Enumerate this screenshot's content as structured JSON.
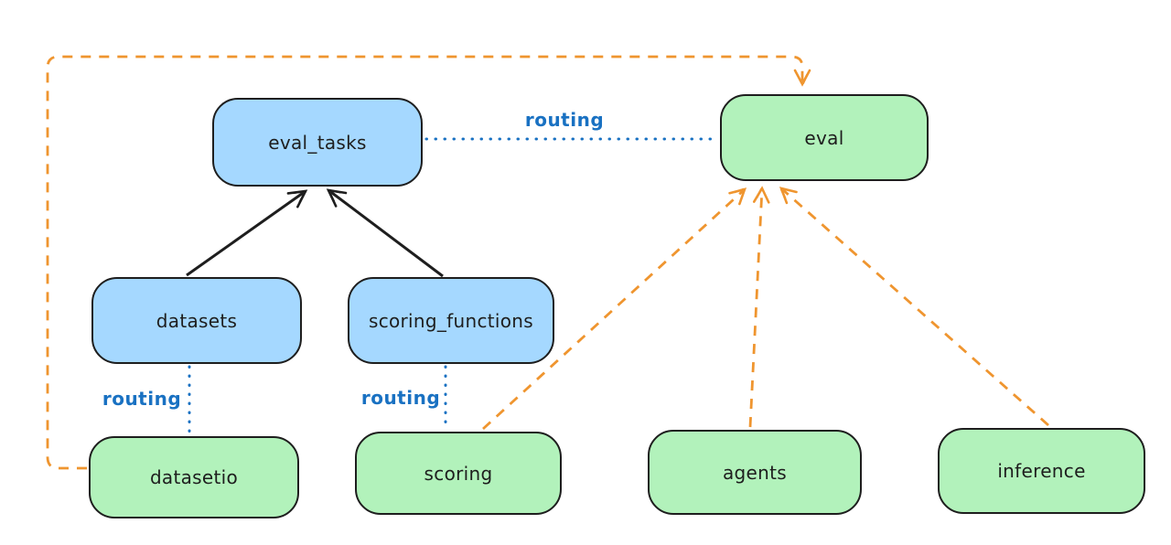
{
  "nodes": {
    "eval_tasks": {
      "label": "eval_tasks",
      "fill": "#a5d8ff"
    },
    "eval": {
      "label": "eval",
      "fill": "#b2f2bb"
    },
    "datasets": {
      "label": "datasets",
      "fill": "#a5d8ff"
    },
    "scoring_functions": {
      "label": "scoring_functions",
      "fill": "#a5d8ff"
    },
    "datasetio": {
      "label": "datasetio",
      "fill": "#b2f2bb"
    },
    "scoring": {
      "label": "scoring",
      "fill": "#b2f2bb"
    },
    "agents": {
      "label": "agents",
      "fill": "#b2f2bb"
    },
    "inference": {
      "label": "inference",
      "fill": "#b2f2bb"
    }
  },
  "labels": {
    "routing": "routing"
  },
  "edges": [
    {
      "from": "datasets",
      "to": "eval_tasks",
      "style": "solid",
      "color": "black",
      "arrow": true
    },
    {
      "from": "scoring_functions",
      "to": "eval_tasks",
      "style": "solid",
      "color": "black",
      "arrow": true
    },
    {
      "from": "eval_tasks",
      "to": "eval",
      "style": "dotted",
      "color": "blue",
      "arrow": false,
      "label": "routing"
    },
    {
      "from": "datasets",
      "to": "datasetio",
      "style": "dotted",
      "color": "blue",
      "arrow": false,
      "label": "routing"
    },
    {
      "from": "scoring_functions",
      "to": "scoring",
      "style": "dotted",
      "color": "blue",
      "arrow": false,
      "label": "routing"
    },
    {
      "from": "datasetio",
      "to": "eval",
      "style": "dashed",
      "color": "orange",
      "arrow": true
    },
    {
      "from": "scoring",
      "to": "eval",
      "style": "dashed",
      "color": "orange",
      "arrow": true
    },
    {
      "from": "agents",
      "to": "eval",
      "style": "dashed",
      "color": "orange",
      "arrow": true
    },
    {
      "from": "inference",
      "to": "eval",
      "style": "dashed",
      "color": "orange",
      "arrow": true
    }
  ],
  "colors": {
    "node_stroke": "#1e1e1e",
    "blue_fill": "#a5d8ff",
    "green_fill": "#b2f2bb",
    "routing_blue": "#1971c2",
    "dashed_orange": "#ef952f",
    "background": "#ffffff"
  }
}
